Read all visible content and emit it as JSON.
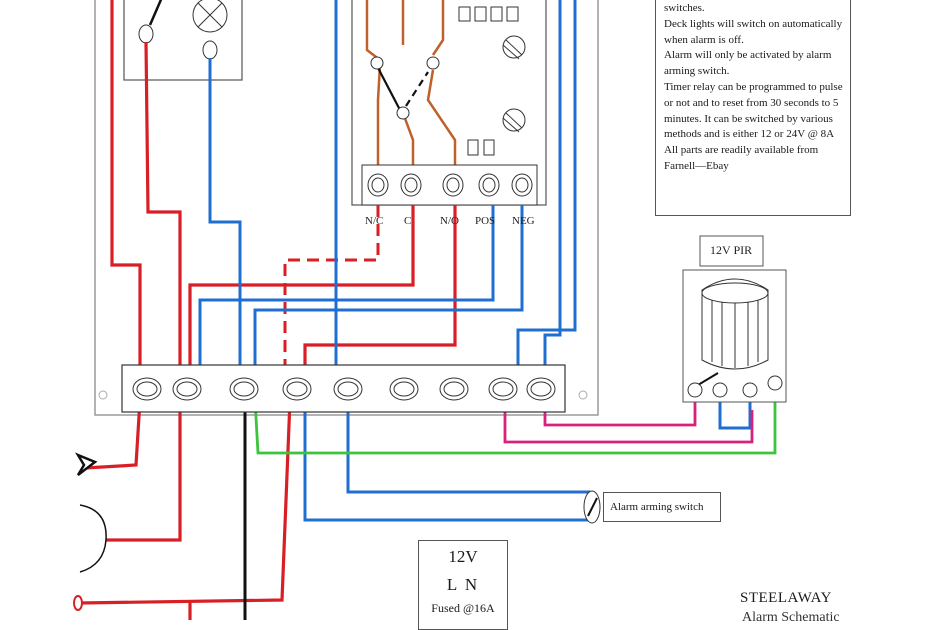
{
  "notes": {
    "lines": [
      "switches.",
      "Deck lights will switch on automatically",
      "when alarm is off.",
      "Alarm will only be activated by alarm",
      "arming switch.",
      "Timer relay can be programmed to pulse",
      "or not and to reset from 30 seconds to 5",
      "minutes. It can be switched by various",
      "methods and is either 12 or 24V @ 8A",
      "All parts are readily available from",
      "Farnell—Ebay"
    ]
  },
  "relay_terminals": [
    "N/C",
    "C",
    "N/O",
    "POS",
    "NEG"
  ],
  "pir_label": "12V PIR",
  "arming_switch_label": "Alarm arming switch",
  "supply": {
    "voltage": "12V",
    "ln": "L   N",
    "fuse": "Fused @16A"
  },
  "brand": {
    "name": "STEELAWAY",
    "subtitle": "Alarm Schematic"
  },
  "wire_colors": {
    "red": "#d81f26",
    "blue": "#1f6fd1",
    "brown": "#c0602a",
    "magenta": "#d8207e",
    "green": "#3cc43c",
    "black": "#111111"
  }
}
